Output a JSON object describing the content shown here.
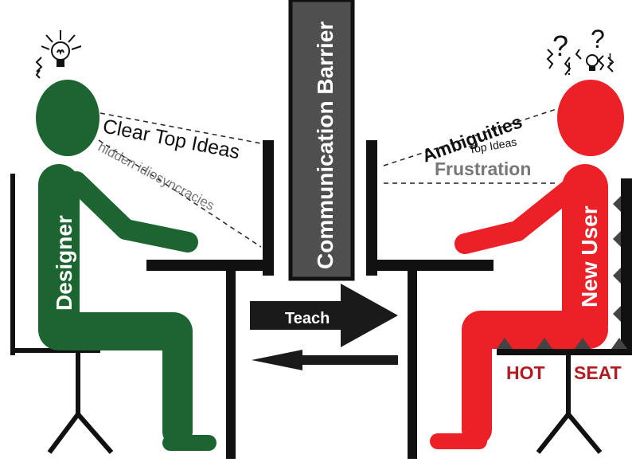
{
  "designer": {
    "label": "Designer",
    "color": "#1c6530",
    "thoughts": {
      "clear": "Clear Top Ideas",
      "hidden": "hidden idiosyncracies"
    }
  },
  "barrier": {
    "label": "Communication Barrier",
    "color": "#4f4f4f"
  },
  "arrows": {
    "teach": "Teach",
    "color": "#1a1a1a"
  },
  "new_user": {
    "label": "New User",
    "color": "#ec2027",
    "thoughts": {
      "ambiguities": "Ambiguities",
      "top_ideas": "Top Ideas",
      "frustration": "Frustration"
    },
    "thought_marks": {
      "question": "?",
      "exclaim": "!"
    }
  },
  "hot_seat": {
    "word1": "HOT",
    "word2": "SEAT",
    "color": "#b31b23"
  }
}
